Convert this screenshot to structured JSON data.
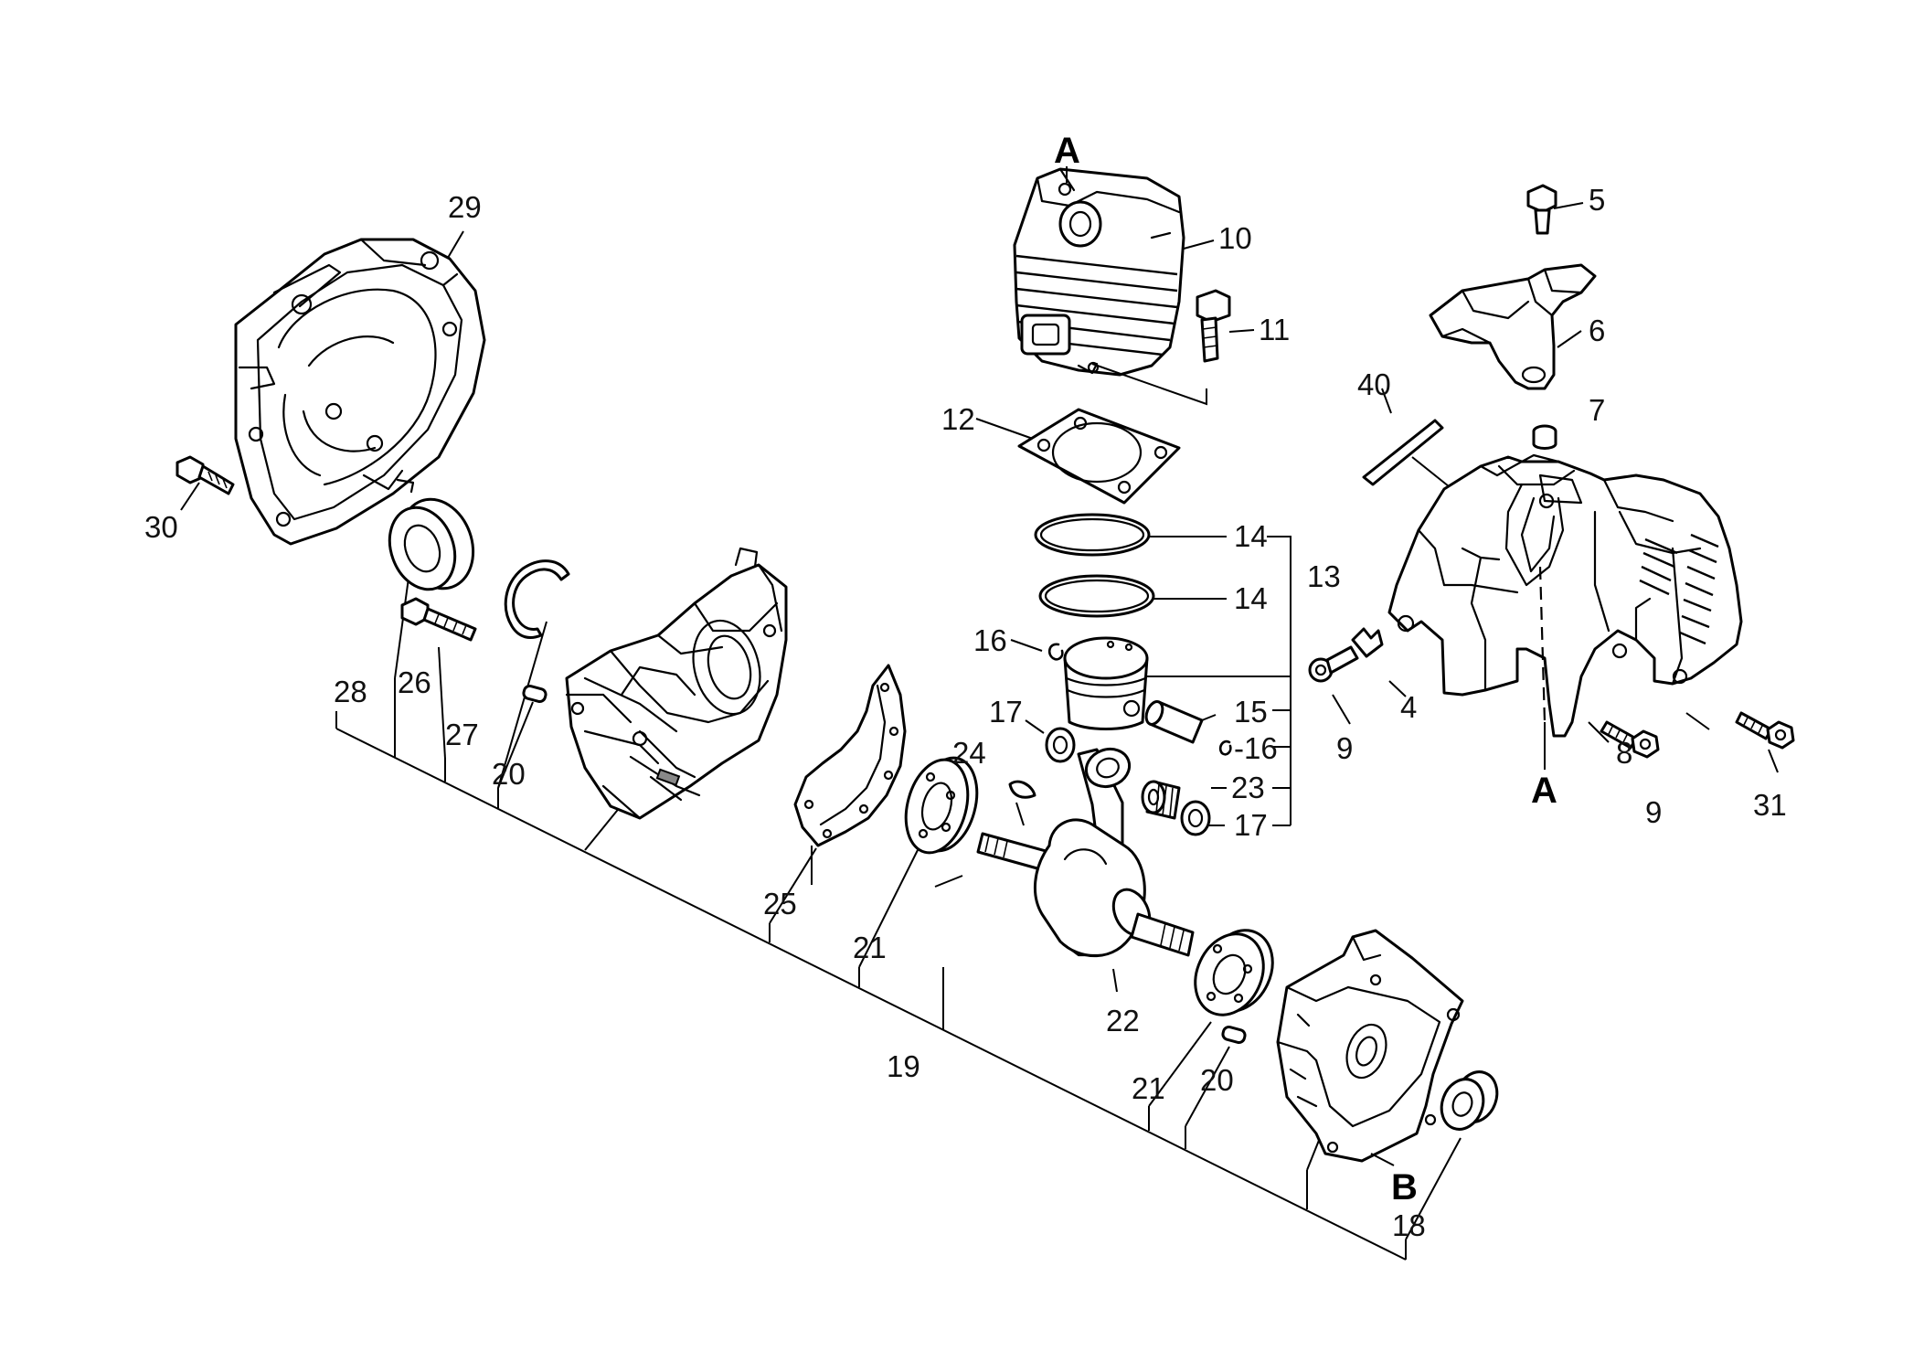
{
  "callouts": {
    "c29": "29",
    "c30": "30",
    "c28": "28",
    "c26": "26",
    "c27": "27",
    "c20a": "20",
    "c25": "25",
    "c21a": "21",
    "c19": "19",
    "c24": "24",
    "c22": "22",
    "c21b": "21",
    "c20b": "20",
    "c18": "18",
    "c10": "10",
    "c11": "11",
    "c12": "12",
    "c14a": "14",
    "c14b": "14",
    "c13": "13",
    "c16a": "16",
    "c17a": "17",
    "c15": "15",
    "c16b": "-16",
    "c23": "23",
    "c17b": "17",
    "c5": "5",
    "c6": "6",
    "c40": "40",
    "c7": "7",
    "c4": "4",
    "c9a": "9",
    "c8": "8",
    "c9b": "9",
    "c31": "31"
  },
  "letters": {
    "a_top": "A",
    "a_bottom": "A",
    "b": "B"
  }
}
